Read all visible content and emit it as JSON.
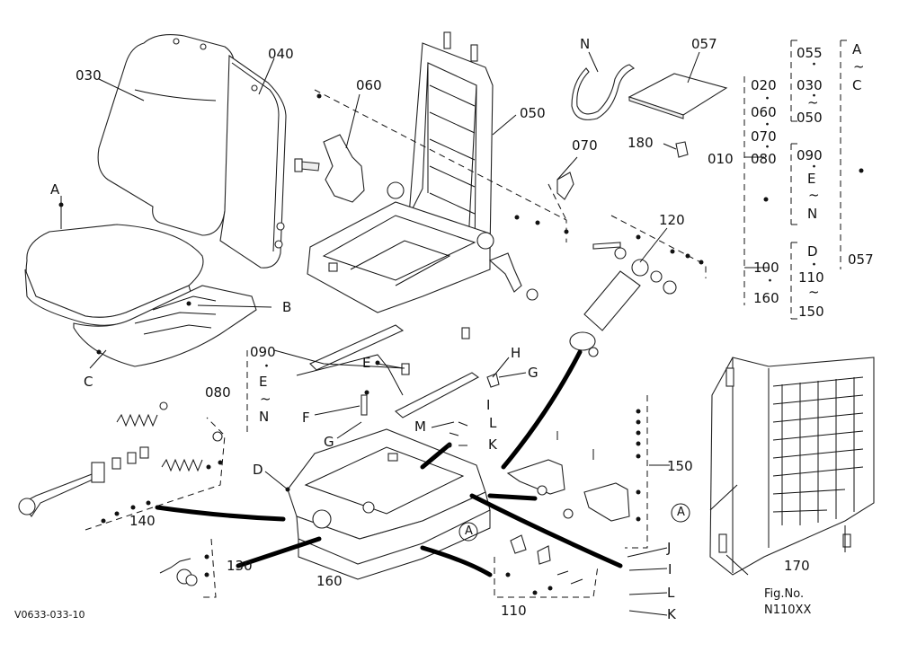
{
  "diagram": {
    "drawing_code": "V0633-033-10",
    "fig_label": "Fig.No.",
    "fig_number": "N110XX",
    "callouts": {
      "c030": "030",
      "c040": "040",
      "c060": "060",
      "c050": "050",
      "c070": "070",
      "cN_top": "N",
      "c057_top": "057",
      "c180": "180",
      "c120": "120",
      "cA_seat": "A",
      "cB": "B",
      "cC": "C",
      "c090_left": "090",
      "c080_left": "080",
      "cE_mid": "E",
      "cH": "H",
      "cG_right": "G",
      "cF": "F",
      "cG_left": "G",
      "cM": "M",
      "cI_mid": "I",
      "cL_mid": "L",
      "cK_mid": "K",
      "cD": "D",
      "c140": "140",
      "c130": "130",
      "c160": "160",
      "c110": "110",
      "c150": "150",
      "cJ": "J",
      "cI_low": "I",
      "cL_low": "L",
      "cK_low": "K",
      "c170": "170",
      "cA_circle_mid": "A",
      "cA_circle_right": "A"
    },
    "bom_tree": {
      "c010": "010",
      "c020": "020",
      "c060": "060",
      "c070": "070",
      "c080": "080",
      "c030": "030",
      "c050": "050",
      "c055": "055",
      "cA": "A",
      "cC": "C",
      "c057": "057",
      "c090": "090",
      "cE": "E",
      "cN": "N",
      "c100": "100",
      "c160": "160",
      "cD": "D",
      "c110": "110",
      "c150": "150",
      "dot": "・",
      "tilde": "~"
    }
  }
}
